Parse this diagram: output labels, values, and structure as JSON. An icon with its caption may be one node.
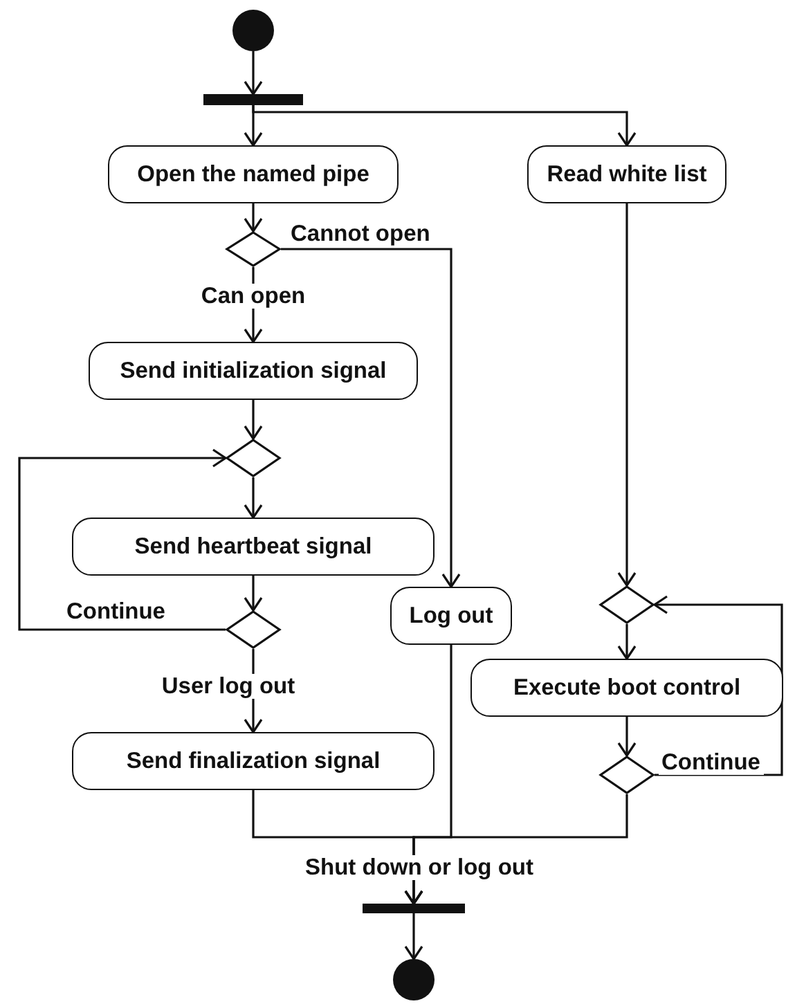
{
  "diagram": {
    "nodes": [
      {
        "text": [],
        "shape": "circle"
      },
      {
        "text": [],
        "shape": "bar"
      },
      {
        "text": [
          "Open the named pipe"
        ]
      },
      {
        "text": [
          "Read white list"
        ]
      },
      {
        "text": [],
        "shape": "diamond"
      },
      {
        "text": [
          "Send initialization signal"
        ]
      },
      {
        "text": [],
        "shape": "diamond"
      },
      {
        "text": [
          "Send heartbeat signal"
        ]
      },
      {
        "text": [
          "Log out"
        ]
      },
      {
        "text": [],
        "shape": "diamond"
      },
      {
        "text": [],
        "shape": "diamond"
      },
      {
        "text": [
          "Execute boot control"
        ]
      },
      {
        "text": [
          "Send finalization signal"
        ]
      },
      {
        "text": [],
        "shape": "diamond"
      },
      {
        "text": [],
        "shape": "bar"
      },
      {
        "text": [],
        "shape": "circle"
      }
    ],
    "edges": [
      {
        "from": 0,
        "to": 1,
        "arrow": "to"
      },
      {
        "from": 1,
        "to": 2,
        "arrow": "to"
      },
      {
        "from": 1,
        "to": 3,
        "arrow": "to"
      },
      {
        "from": 2,
        "to": 4,
        "arrow": "to"
      },
      {
        "from": 4,
        "to": 5,
        "arrow": "to",
        "label": "Can open"
      },
      {
        "from": 4,
        "to": 8,
        "arrow": "to",
        "label": "Cannot open"
      },
      {
        "from": 5,
        "to": 6,
        "arrow": "to"
      },
      {
        "from": 6,
        "to": 7,
        "arrow": "to"
      },
      {
        "from": 7,
        "to": 10,
        "arrow": "to"
      },
      {
        "from": 10,
        "to": 6,
        "arrow": "to",
        "label": "Continue"
      },
      {
        "from": 10,
        "to": 12,
        "arrow": "to",
        "label": "User log out"
      },
      {
        "from": 3,
        "to": 9,
        "arrow": "to"
      },
      {
        "from": 9,
        "to": 11,
        "arrow": "to"
      },
      {
        "from": 11,
        "to": 13,
        "arrow": "to"
      },
      {
        "from": 13,
        "to": 9,
        "arrow": "to",
        "label": "Continue"
      },
      {
        "from": 12,
        "to": 14,
        "arrow": "to",
        "label": "Shut down or log out"
      },
      {
        "from": 8,
        "to": 14,
        "arrow": "to"
      },
      {
        "from": 13,
        "to": 14,
        "arrow": "to"
      },
      {
        "from": 14,
        "to": 15,
        "arrow": "to"
      }
    ]
  }
}
